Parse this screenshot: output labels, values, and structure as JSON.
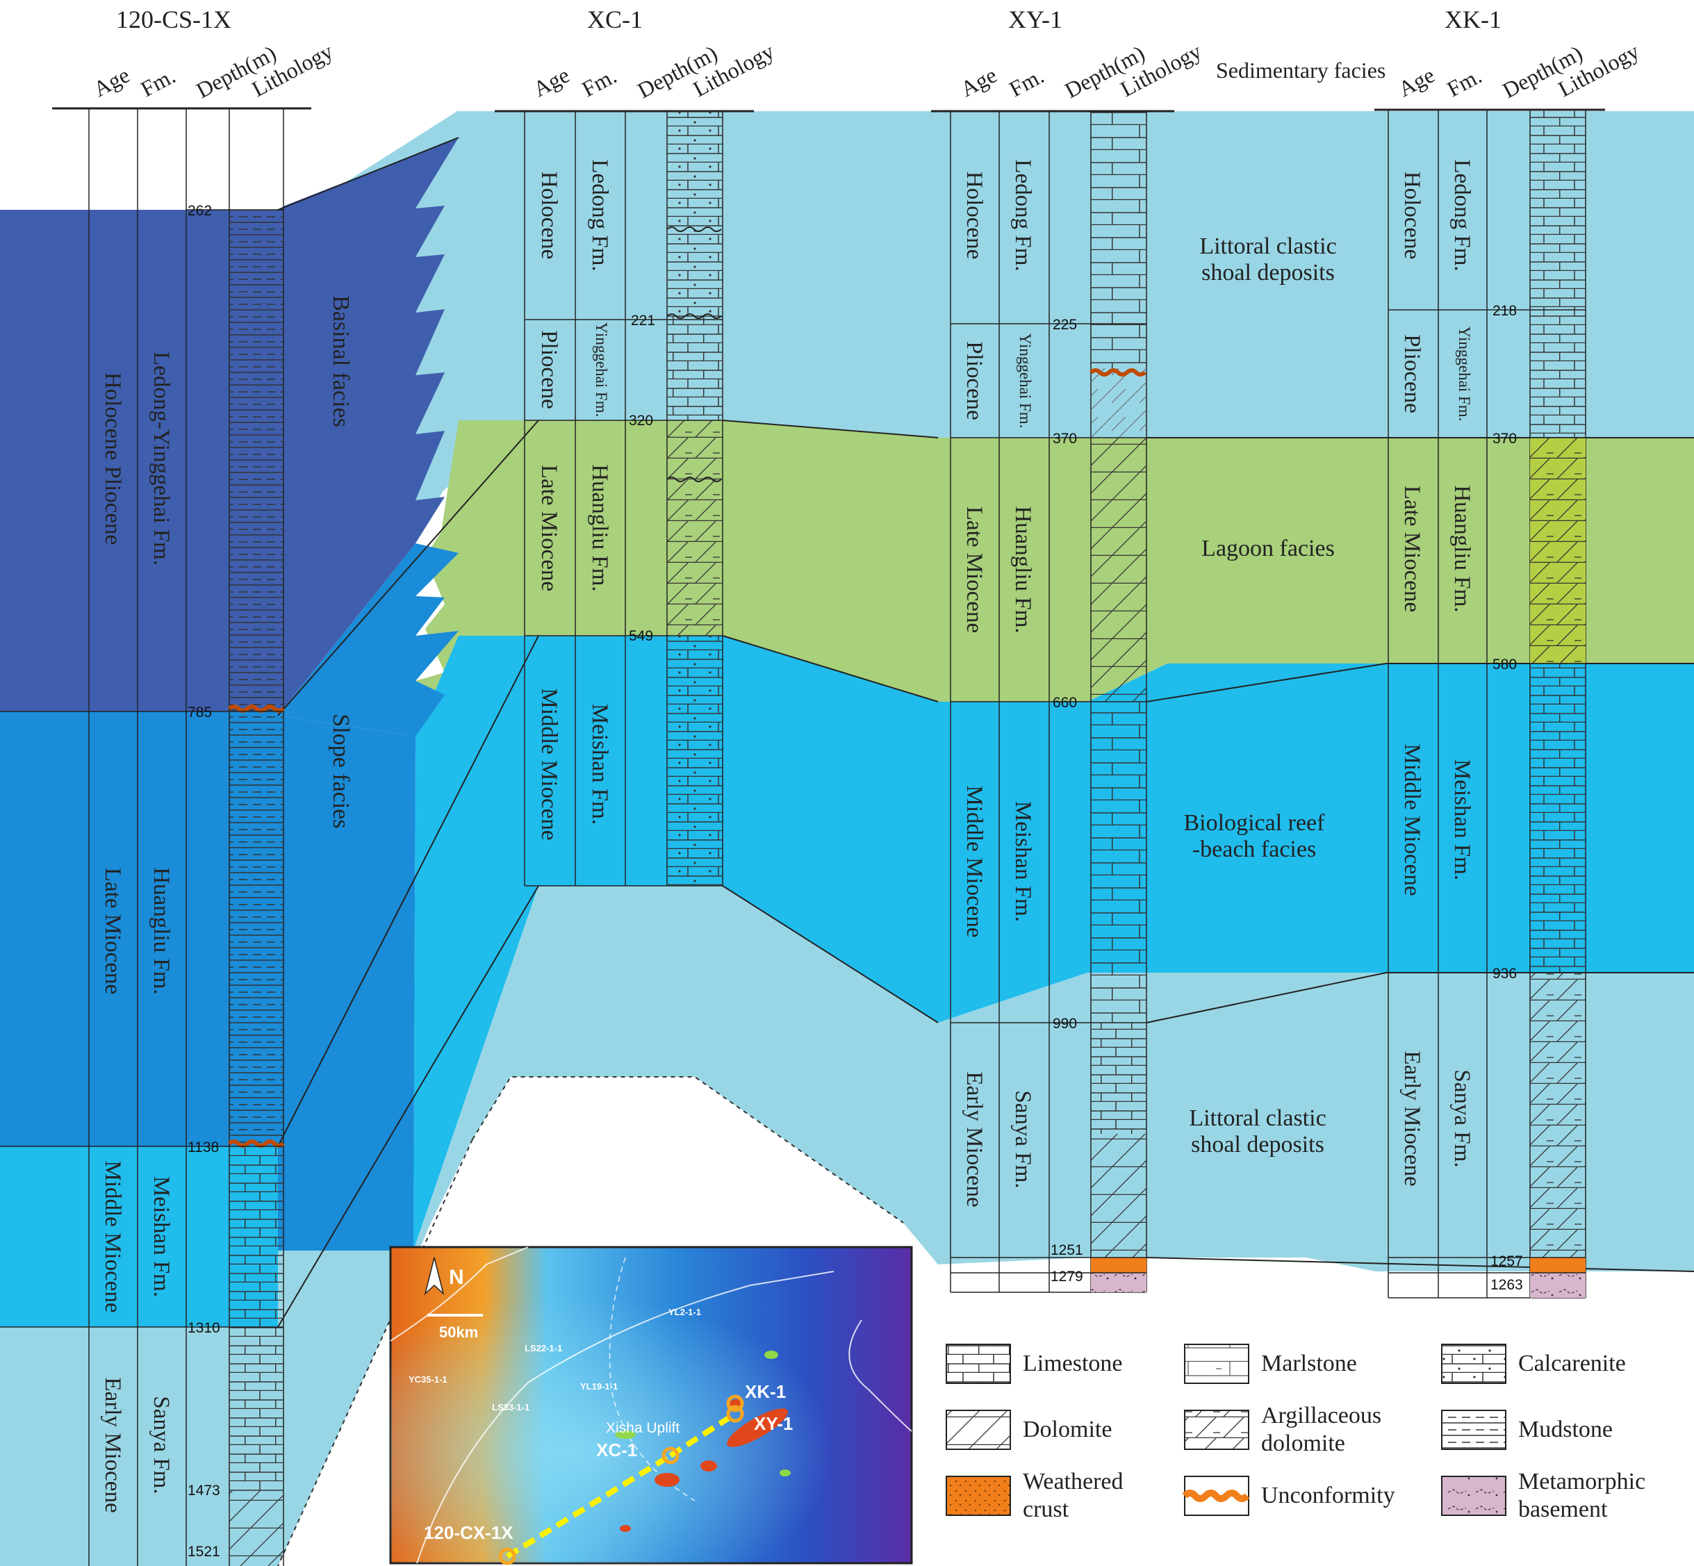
{
  "columns": {
    "age": "Age",
    "fm": "Fm.",
    "depth": "Depth(m)",
    "lithology": "Lithology",
    "sedimentary_facies": "Sedimentary facies"
  },
  "wells": {
    "cs": {
      "name": "120-CS-1X",
      "units": [
        {
          "age": "Holocene  Pliocene",
          "fm": "Ledong-Yinggehai Fm."
        },
        {
          "age": "Late Miocene",
          "fm": "Huangliu Fm."
        },
        {
          "age": "Middle Miocene",
          "fm": "Meishan Fm."
        },
        {
          "age": "Early Miocene",
          "fm": "Sanya Fm."
        }
      ],
      "depths": [
        "262",
        "785",
        "1138",
        "1310",
        "1473",
        "1521"
      ]
    },
    "xc": {
      "name": "XC-1",
      "units": [
        {
          "age": "Holocene",
          "fm": "Ledong Fm."
        },
        {
          "age": "Pliocene",
          "fm": "Yinggehai Fm."
        },
        {
          "age": "Late Miocene",
          "fm": "Huangliu Fm."
        },
        {
          "age": "Middle Miocene",
          "fm": "Meishan Fm."
        }
      ],
      "depths": [
        "221",
        "320",
        "549"
      ]
    },
    "xy": {
      "name": "XY-1",
      "units": [
        {
          "age": "Holocene",
          "fm": "Ledong Fm."
        },
        {
          "age": "Pliocene",
          "fm": "Yinggehai Fm."
        },
        {
          "age": "Late Miocene",
          "fm": "Huangliu Fm."
        },
        {
          "age": "Middle Miocene",
          "fm": "Meishan Fm."
        },
        {
          "age": "Early Miocene",
          "fm": "Sanya Fm."
        }
      ],
      "depths": [
        "225",
        "370",
        "660",
        "990",
        "1251",
        "1279"
      ]
    },
    "xk": {
      "name": "XK-1",
      "units": [
        {
          "age": "Holocene",
          "fm": "Ledong Fm."
        },
        {
          "age": "Pliocene",
          "fm": "Yinggehai Fm."
        },
        {
          "age": "Late Miocene",
          "fm": "Huangliu Fm."
        },
        {
          "age": "Middle Miocene",
          "fm": "Meishan Fm."
        },
        {
          "age": "Early Miocene",
          "fm": "Sanya Fm."
        }
      ],
      "depths": [
        "218",
        "370",
        "580",
        "936",
        "1257",
        "1263"
      ]
    }
  },
  "facies": {
    "basinal": "Basinal facies",
    "slope": "Slope facies",
    "littoral_top_1": "Littoral clastic",
    "littoral_top_2": "shoal deposits",
    "lagoon": "Lagoon facies",
    "reef_1": "Biological reef",
    "reef_2": "-beach facies",
    "littoral_bot_1": "Littoral clastic",
    "littoral_bot_2": "shoal deposits"
  },
  "map": {
    "north": "N",
    "scale": "50km",
    "uplift": "Xisha Uplift",
    "wells": [
      "XK-1",
      "XY-1",
      "XC-1",
      "120-CX-1X"
    ],
    "small_labels": [
      "YL2-1-1",
      "LS22-1-1",
      "YC35-1-1",
      "YL19-1-1",
      "LS33-1-1"
    ]
  },
  "legend": [
    {
      "label": "Limestone",
      "pattern": "limestone"
    },
    {
      "label": "Marlstone",
      "pattern": "marlstone"
    },
    {
      "label": "Calcarenite",
      "pattern": "calcarenite"
    },
    {
      "label": "Dolomite",
      "pattern": "dolomite"
    },
    {
      "label": "Argillaceous dolomite",
      "pattern": "argdolomite"
    },
    {
      "label": "Mudstone",
      "pattern": "mudstone"
    },
    {
      "label": "Weathered crust",
      "pattern": "weathered"
    },
    {
      "label": "Unconformity",
      "pattern": "unconformity"
    },
    {
      "label": "Metamorphic basement",
      "pattern": "metamorphic"
    }
  ],
  "colors": {
    "basinal": "#3f5fae",
    "slope": "#1a8cd8",
    "light": "#99d6e5",
    "reef": "#20bcec",
    "lagoon": "#a9d07b",
    "weathered": "#f07e1a",
    "metamorphic": "#d8b6cc"
  }
}
